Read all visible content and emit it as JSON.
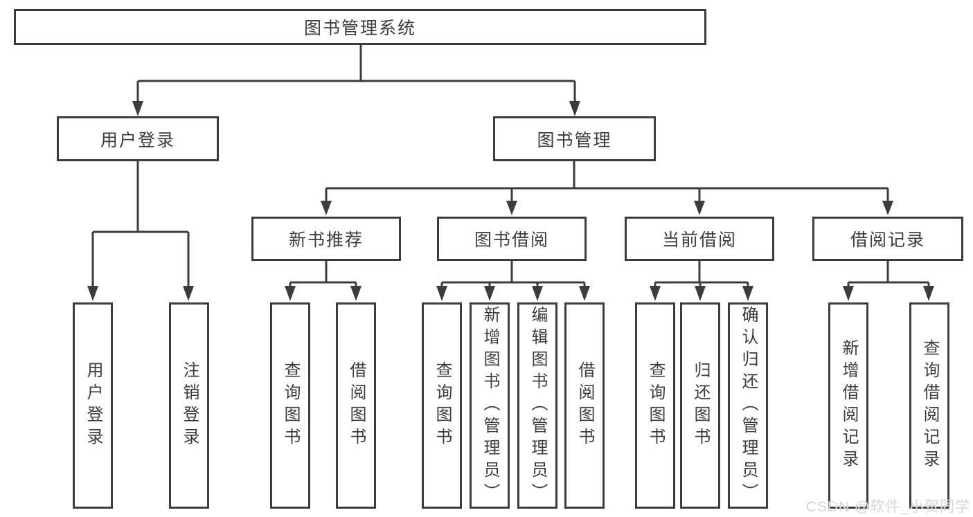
{
  "diagram": {
    "root": "图书管理系统",
    "level2": [
      "用户登录",
      "图书管理"
    ],
    "level3": [
      "新书推荐",
      "图书借阅",
      "当前借阅",
      "借阅记录"
    ],
    "leaves": {
      "user_login": [
        "用户登录",
        "注销登录"
      ],
      "new_book": [
        "查询图书",
        "借阅图书"
      ],
      "book_borrow": [
        "查询图书",
        "新增图书（管理员）",
        "编辑图书（管理员）",
        "借阅图书"
      ],
      "current_borrow": [
        "查询图书",
        "归还图书",
        "确认归还（管理员）"
      ],
      "borrow_record": [
        "新增借阅记录",
        "查询借阅记录"
      ]
    }
  },
  "watermark": "CSDN @软件_小贺同学",
  "colors": {
    "line": "#3c3c3c",
    "text": "#3c3c3c",
    "background": "#ffffff",
    "watermark": "#d3d6da"
  }
}
